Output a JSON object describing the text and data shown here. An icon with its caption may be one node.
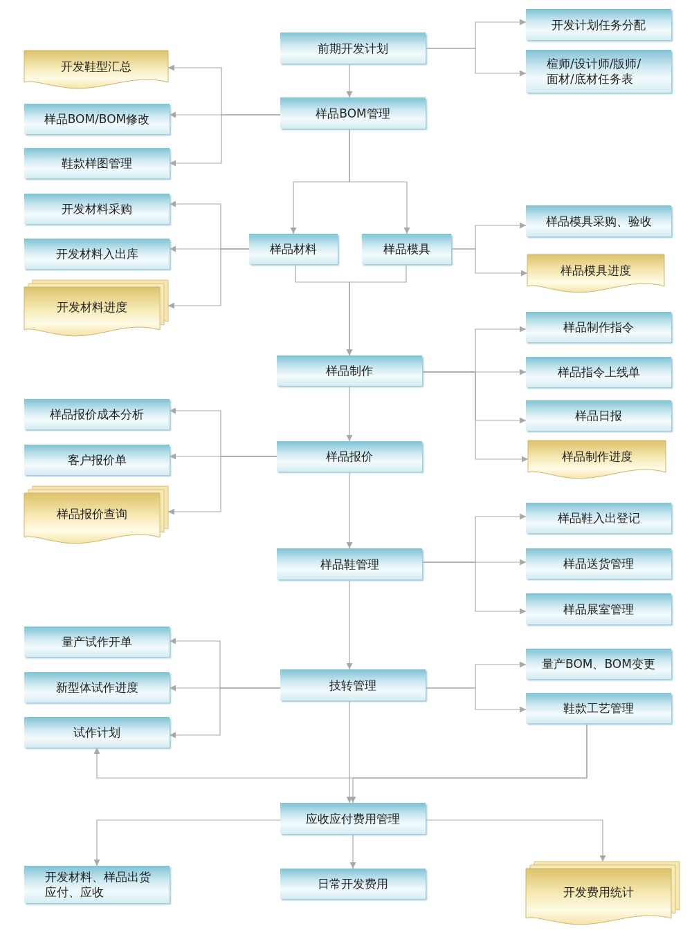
{
  "diagram": {
    "nodes": [
      {
        "text": [
          "前期开发计划"
        ]
      },
      {
        "text": [
          "开发计划任务分配"
        ]
      },
      {
        "text": [
          "楦师/设计师/版师/面材/底材任务表"
        ]
      },
      {
        "text": [
          "开发鞋型汇总"
        ]
      },
      {
        "text": [
          "样品BOM/BOM修改"
        ]
      },
      {
        "text": [
          "鞋款样图管理"
        ]
      },
      {
        "text": [
          "样品BOM管理"
        ]
      },
      {
        "text": [
          "开发材料采购"
        ]
      },
      {
        "text": [
          "开发材料入出库"
        ]
      },
      {
        "text": [
          "开发材料进度"
        ]
      },
      {
        "text": [
          "样品材料"
        ]
      },
      {
        "text": [
          "样品模具"
        ]
      },
      {
        "text": [
          "样品模具采购、验收"
        ]
      },
      {
        "text": [
          "样品模具进度"
        ]
      },
      {
        "text": [
          "样品制作"
        ]
      },
      {
        "text": [
          "样品制作指令"
        ]
      },
      {
        "text": [
          "样品指令上线单"
        ]
      },
      {
        "text": [
          "样品日报"
        ]
      },
      {
        "text": [
          "样品制作进度"
        ]
      },
      {
        "text": [
          "样品报价成本分析"
        ]
      },
      {
        "text": [
          "客户报价单"
        ]
      },
      {
        "text": [
          "样品报价查询"
        ]
      },
      {
        "text": [
          "样品报价"
        ]
      },
      {
        "text": [
          "样品鞋管理"
        ]
      },
      {
        "text": [
          "样品鞋入出登记"
        ]
      },
      {
        "text": [
          "样品送货管理"
        ]
      },
      {
        "text": [
          "样品展室管理"
        ]
      },
      {
        "text": [
          "量产试作开单"
        ]
      },
      {
        "text": [
          "新型体试作进度"
        ]
      },
      {
        "text": [
          "试作计划"
        ]
      },
      {
        "text": [
          "技转管理"
        ]
      },
      {
        "text": [
          "量产BOM、BOM变更"
        ]
      },
      {
        "text": [
          "鞋款工艺管理"
        ]
      },
      {
        "text": [
          "应收应付费用管理"
        ]
      },
      {
        "text": [
          "开发材料、样品出货应付、应收"
        ]
      },
      {
        "text": [
          "日常开发费用"
        ]
      },
      {
        "text": [
          "开发费用统计"
        ]
      }
    ],
    "edges": [
      {
        "from": 0,
        "to": 1,
        "arrow": "to"
      },
      {
        "from": 0,
        "to": 2,
        "arrow": "to"
      },
      {
        "from": 0,
        "to": 6,
        "arrow": "to"
      },
      {
        "from": 6,
        "to": 3,
        "arrow": "to"
      },
      {
        "from": 6,
        "to": 4,
        "arrow": "to"
      },
      {
        "from": 6,
        "to": 5,
        "arrow": "to"
      },
      {
        "from": 6,
        "to": 10,
        "arrow": "to"
      },
      {
        "from": 6,
        "to": 11,
        "arrow": "to"
      },
      {
        "from": 10,
        "to": 7,
        "arrow": "to"
      },
      {
        "from": 10,
        "to": 8,
        "arrow": "to"
      },
      {
        "from": 10,
        "to": 9,
        "arrow": "to"
      },
      {
        "from": 11,
        "to": 12,
        "arrow": "to"
      },
      {
        "from": 11,
        "to": 13,
        "arrow": "to"
      },
      {
        "from": 10,
        "to": 14,
        "arrow": "to"
      },
      {
        "from": 11,
        "to": 14,
        "arrow": "to"
      },
      {
        "from": 14,
        "to": 15,
        "arrow": "to"
      },
      {
        "from": 14,
        "to": 16,
        "arrow": "to"
      },
      {
        "from": 14,
        "to": 17,
        "arrow": "to"
      },
      {
        "from": 14,
        "to": 18,
        "arrow": "to"
      },
      {
        "from": 14,
        "to": 22,
        "arrow": "to"
      },
      {
        "from": 22,
        "to": 19,
        "arrow": "to"
      },
      {
        "from": 22,
        "to": 20,
        "arrow": "to"
      },
      {
        "from": 22,
        "to": 21,
        "arrow": "to"
      },
      {
        "from": 22,
        "to": 23,
        "arrow": "to"
      },
      {
        "from": 23,
        "to": 24,
        "arrow": "to"
      },
      {
        "from": 23,
        "to": 25,
        "arrow": "to"
      },
      {
        "from": 23,
        "to": 26,
        "arrow": "to"
      },
      {
        "from": 23,
        "to": 30,
        "arrow": "to"
      },
      {
        "from": 30,
        "to": 27,
        "arrow": "to"
      },
      {
        "from": 30,
        "to": 28,
        "arrow": "to"
      },
      {
        "from": 30,
        "to": 29,
        "arrow": "to"
      },
      {
        "from": 30,
        "to": 31,
        "arrow": "to"
      },
      {
        "from": 30,
        "to": 32,
        "arrow": "to"
      },
      {
        "from": 30,
        "to": 33,
        "arrow": "to"
      },
      {
        "from": 32,
        "to": 29,
        "arrow": "to"
      },
      {
        "from": 32,
        "to": 33,
        "arrow": "to"
      },
      {
        "from": 33,
        "to": 34,
        "arrow": "to"
      },
      {
        "from": 33,
        "to": 35,
        "arrow": "to"
      },
      {
        "from": 33,
        "to": 36,
        "arrow": "to"
      }
    ]
  }
}
